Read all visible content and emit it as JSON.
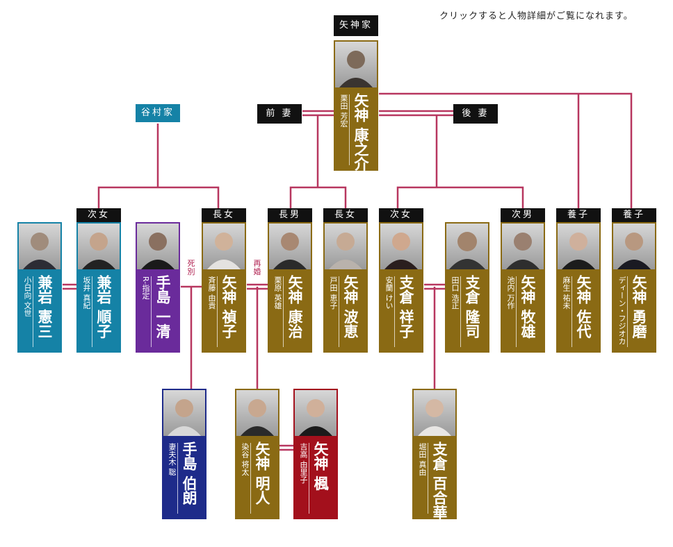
{
  "note": "クリックすると人物詳細がご覧になれます。",
  "tags": {
    "yagami_house": "矢神家",
    "tanimura_house": "谷村家",
    "first_wife": "前 妻",
    "second_wife": "後 妻",
    "jijo1": "次女",
    "chojo1": "長女",
    "chonan": "長男",
    "chojo2": "長女",
    "jijo2": "次女",
    "jinan": "次男",
    "yoshi1": "養子",
    "yoshi2": "養子"
  },
  "relations": {
    "shibetsu": "死別",
    "saikon": "再婚"
  },
  "people": {
    "yasunosuke": {
      "name": "矢神 康之介",
      "actor": "栗田 芳宏"
    },
    "kenzo": {
      "name": "兼岩 憲三",
      "actor": "小日向 文世"
    },
    "junko": {
      "name": "兼岩 順子",
      "actor": "坂井 真紀"
    },
    "issei": {
      "name": "手島 一清",
      "actor": "R-指定"
    },
    "teiko": {
      "name": "矢神 禎子",
      "actor": "斉藤 由貴"
    },
    "yasuharu": {
      "name": "矢神 康治",
      "actor": "栗原 英雄"
    },
    "namie": {
      "name": "矢神 波恵",
      "actor": "戸田 恵子"
    },
    "shoko": {
      "name": "支倉 祥子",
      "actor": "安蘭 けい"
    },
    "takashi": {
      "name": "支倉 隆司",
      "actor": "田口 浩正"
    },
    "makio": {
      "name": "矢神 牧雄",
      "actor": "池内 万作"
    },
    "sayo": {
      "name": "矢神 佐代",
      "actor": "麻生 祐未"
    },
    "yuma": {
      "name": "矢神 勇磨",
      "actor": "ディーン・フジオカ"
    },
    "hakuro": {
      "name": "手島 伯朗",
      "actor": "妻夫木 聡"
    },
    "akito": {
      "name": "矢神 明人",
      "actor": "染谷 将太"
    },
    "kaede": {
      "name": "矢神 楓",
      "actor": "吉高 由里子"
    },
    "yurika": {
      "name": "支倉 百合華",
      "actor": "堀田 真由"
    }
  },
  "colors": {
    "yagami": "#8a6a14",
    "tanimura": "#1582a6",
    "teshima": "#6a2b9b",
    "hakuro": "#1e2b8a",
    "kaede": "#a3101c",
    "line": "#b7365f"
  }
}
